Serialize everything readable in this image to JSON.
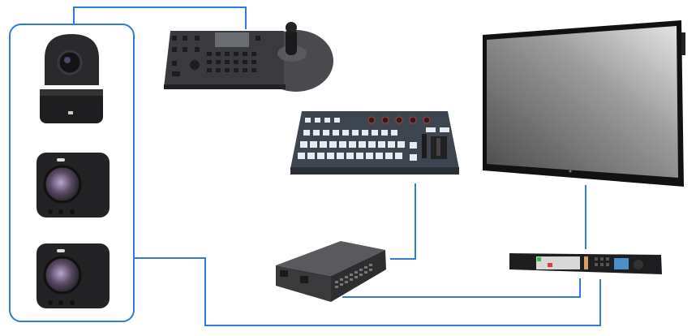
{
  "colors": {
    "connector": "#2f7bd6",
    "device_dark": "#2a2a2c",
    "device_panel": "#3d4550",
    "background": "#ffffff"
  },
  "devices": [
    {
      "id": "ptz-camera",
      "icon": "ptz-camera-icon",
      "group": "cameras"
    },
    {
      "id": "box-camera-1",
      "icon": "box-camera-icon",
      "group": "cameras"
    },
    {
      "id": "box-camera-2",
      "icon": "box-camera-icon",
      "group": "cameras"
    },
    {
      "id": "ptz-controller",
      "icon": "joystick-controller-icon"
    },
    {
      "id": "video-switcher",
      "icon": "video-switcher-icon"
    },
    {
      "id": "display",
      "icon": "monitor-icon"
    },
    {
      "id": "network-switch",
      "icon": "network-switch-icon"
    },
    {
      "id": "rack-converter",
      "icon": "rack-unit-icon"
    }
  ],
  "connections": [
    [
      "cameras",
      "ptz-controller"
    ],
    [
      "video-switcher",
      "network-switch"
    ],
    [
      "display",
      "rack-converter"
    ],
    [
      "rack-converter",
      "network-switch"
    ],
    [
      "cameras",
      "rack-converter"
    ]
  ]
}
